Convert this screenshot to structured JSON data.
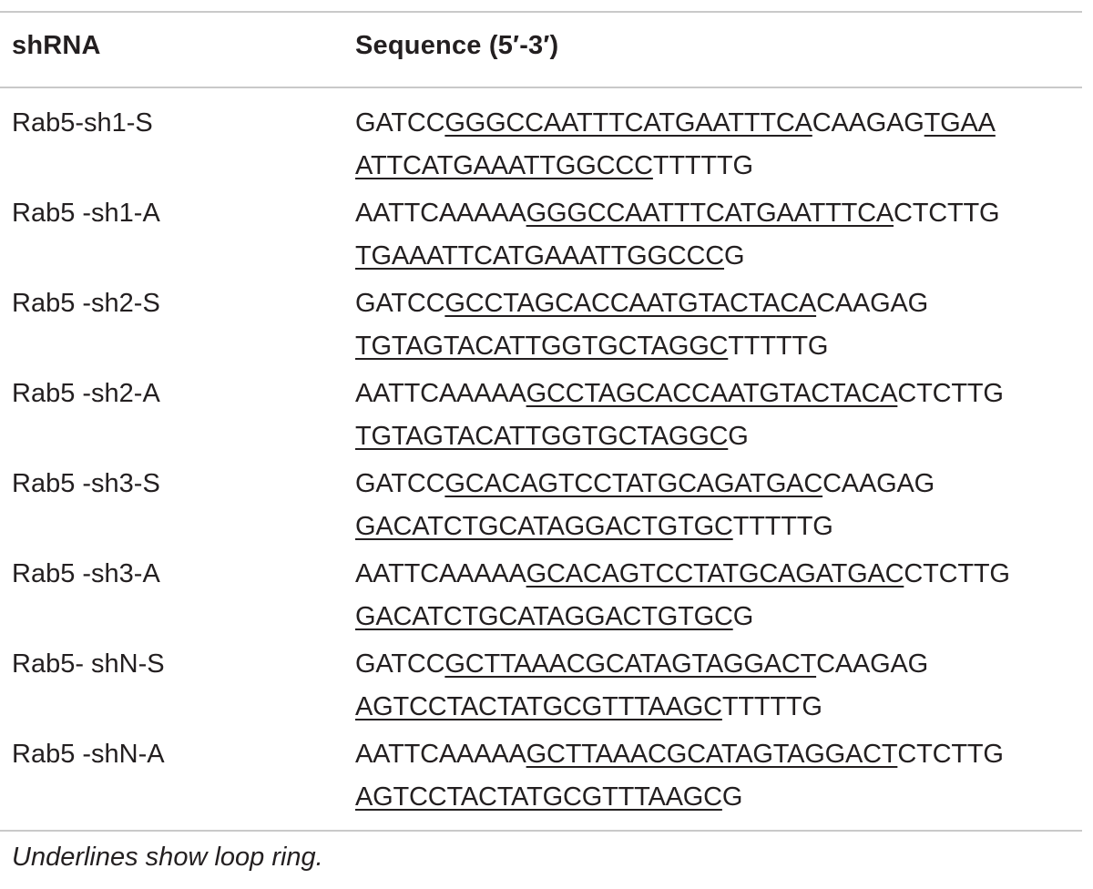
{
  "table": {
    "headers": [
      "shRNA",
      "Sequence (5′-3′)"
    ],
    "rows": [
      {
        "name": "Rab5-sh1-S",
        "line1": [
          [
            "GATCC",
            false
          ],
          [
            "GGGCCAATTTCATGAATTTCA",
            true
          ],
          [
            "CAAGAG",
            false
          ],
          [
            "TGAA",
            true
          ]
        ],
        "line2": [
          [
            "ATTCATGAAATTGGCCC",
            true
          ],
          [
            "TTTTTG",
            false
          ]
        ]
      },
      {
        "name": "Rab5 -sh1-A",
        "line1": [
          [
            "AATTCAAAAA",
            false
          ],
          [
            "GGGCCAATTTCATGAATTTCA",
            true
          ],
          [
            "CTCTTG",
            false
          ]
        ],
        "line2": [
          [
            "TGAAATTCATGAAATTGGCCC",
            true
          ],
          [
            "G",
            false
          ]
        ]
      },
      {
        "name": "Rab5 -sh2-S",
        "line1": [
          [
            "GATCC",
            false
          ],
          [
            "GCCTAGCACCAATGTACTACA",
            true
          ],
          [
            "CAAGAG",
            false
          ]
        ],
        "line2": [
          [
            "TGTAGTACATTGGTGCTAGGC",
            true
          ],
          [
            "TTTTTG",
            false
          ]
        ]
      },
      {
        "name": "Rab5 -sh2-A",
        "line1": [
          [
            "AATTCAAAAA",
            false
          ],
          [
            "GCCTAGCACCAATGTACTACA",
            true
          ],
          [
            "CTCTTG",
            false
          ]
        ],
        "line2": [
          [
            "TGTAGTACATTGGTGCTAGGC",
            true
          ],
          [
            "G",
            false
          ]
        ]
      },
      {
        "name": "Rab5 -sh3-S",
        "line1": [
          [
            "GATCC",
            false
          ],
          [
            "GCACAGTCCTATGCAGATGAC",
            true
          ],
          [
            "CAAGAG",
            false
          ]
        ],
        "line2": [
          [
            "GACATCTGCATAGGACTGTGC",
            true
          ],
          [
            "TTTTTG",
            false
          ]
        ]
      },
      {
        "name": "Rab5 -sh3-A",
        "line1": [
          [
            "AATTCAAAAA",
            false
          ],
          [
            "GCACAGTCCTATGCAGATGAC",
            true
          ],
          [
            "CTCTTG",
            false
          ]
        ],
        "line2": [
          [
            "GACATCTGCATAGGACTGTGC",
            true
          ],
          [
            "G",
            false
          ]
        ]
      },
      {
        "name": "Rab5- shN-S",
        "line1": [
          [
            "GATCC",
            false
          ],
          [
            "GCTTAAACGCATAGTAGGACT",
            true
          ],
          [
            "CAAGAG",
            false
          ]
        ],
        "line2": [
          [
            "AGTCCTACTATGCGTTTAAGC",
            true
          ],
          [
            "TTTTTG",
            false
          ]
        ]
      },
      {
        "name": "Rab5 -shN-A",
        "line1": [
          [
            "AATTCAAAAA",
            false
          ],
          [
            "GCTTAAACGCATAGTAGGACT",
            true
          ],
          [
            "CTCTTG",
            false
          ]
        ],
        "line2": [
          [
            "AGTCCTACTATGCGTTTAAGC",
            true
          ],
          [
            "G",
            false
          ]
        ]
      }
    ]
  },
  "footnote": "Underlines show loop ring."
}
